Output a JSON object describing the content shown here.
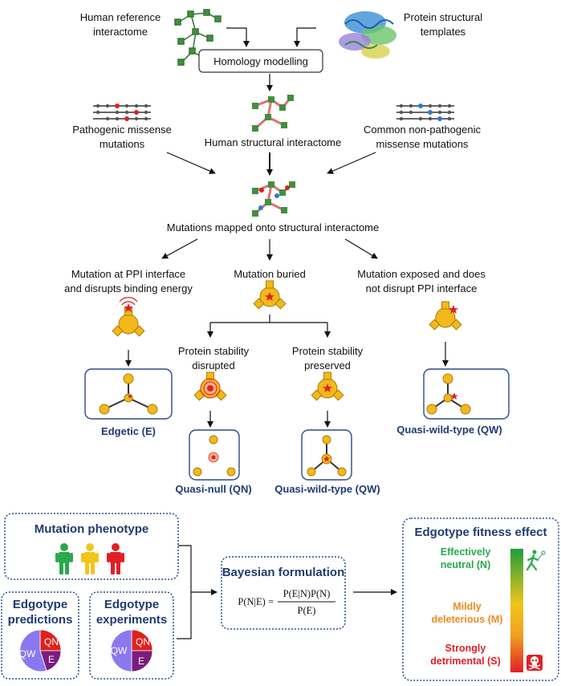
{
  "inputs": {
    "reference_line1": "Human reference",
    "reference_line2": "interactome",
    "templates_line1": "Protein structural",
    "templates_line2": "templates",
    "homology": "Homology modelling",
    "pathogenic_line1": "Pathogenic missense",
    "pathogenic_line2": "mutations",
    "structural": "Human structural interactome",
    "common_line1": "Common non-pathogenic",
    "common_line2": "missense mutations",
    "mapped": "Mutations mapped onto structural interactome"
  },
  "branches": {
    "interface_line1": "Mutation at PPI interface",
    "interface_line2": "and disrupts binding energy",
    "buried": "Mutation buried",
    "exposed_line1": "Mutation exposed and does",
    "exposed_line2": "not disrupt PPI interface",
    "disrupted_line1": "Protein stability",
    "disrupted_line2": "disrupted",
    "preserved_line1": "Protein stability",
    "preserved_line2": "preserved"
  },
  "outcomes": {
    "edgetic": "Edgetic (E)",
    "quasi_null": "Quasi-null (QN)",
    "quasi_wild_buried": "Quasi-wild-type (QW)",
    "quasi_wild_exposed": "Quasi-wild-type (QW)"
  },
  "bottom": {
    "phenotype_title": "Mutation phenotype",
    "predictions_line1": "Edgotype",
    "predictions_line2": "predictions",
    "experiments_line1": "Edgotype",
    "experiments_line2": "experiments",
    "pie_labels": {
      "qn": "QN",
      "e": "E",
      "qw": "QW"
    },
    "bayes_title": "Bayesian formulation",
    "formula_lhs": "P(N|E) =",
    "formula_num": "P(E|N)P(N)",
    "formula_den": "P(E)",
    "fitness_title": "Edgotype fitness effect",
    "neutral_line1": "Effectively",
    "neutral_line2": "neutral (N)",
    "mild_line1": "Mildly",
    "mild_line2": "deleterious (M)",
    "strong_line1": "Strongly",
    "strong_line2": "detrimental (S)"
  },
  "colors": {
    "protein": "#f2b81c",
    "protein_stroke": "#b07c00",
    "mutation": "#e02020",
    "box_border": "#2a4a8c",
    "outcome_text": "#1f3a73",
    "neutral": "#2aa84a",
    "mild": "#f08a1c",
    "strong": "#e01f26",
    "pie_qn": "#e0201c",
    "pie_e": "#7a1d7e",
    "pie_qw": "#8a78f0"
  },
  "icons": [
    "network-icon",
    "protein-structure-icon",
    "mutation-sequence-icon",
    "protein-icon",
    "person-icon",
    "walker-icon",
    "skull-icon",
    "pie-chart-icon"
  ]
}
